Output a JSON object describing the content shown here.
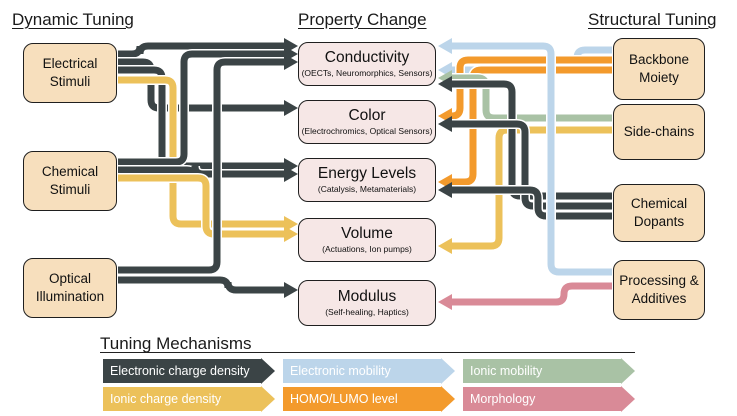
{
  "headers": {
    "dynamic": "Dynamic Tuning",
    "property": "Property Change",
    "structural": "Structural Tuning",
    "mechanisms": "Tuning Mechanisms"
  },
  "dynamic_sources": [
    {
      "line1": "Electrical",
      "line2": "Stimuli"
    },
    {
      "line1": "Chemical",
      "line2": "Stimuli"
    },
    {
      "line1": "Optical",
      "line2": "Illumination"
    }
  ],
  "properties": [
    {
      "title": "Conductivity",
      "subtitle": "(OECTs, Neuromorphics, Sensors)"
    },
    {
      "title": "Color",
      "subtitle": "(Electrochromics, Optical Sensors)"
    },
    {
      "title": "Energy Levels",
      "subtitle": "(Catalysis, Metamaterials)"
    },
    {
      "title": "Volume",
      "subtitle": "(Actuations, Ion pumps)"
    },
    {
      "title": "Modulus",
      "subtitle": "(Self-healing, Haptics)"
    }
  ],
  "structural_sources": [
    {
      "line1": "Backbone",
      "line2": "Moiety"
    },
    {
      "line1": "Side-chains",
      "line2": ""
    },
    {
      "line1": "Chemical",
      "line2": "Dopants"
    },
    {
      "line1": "Processing &",
      "line2": "Additives"
    }
  ],
  "mechanisms": [
    {
      "label": "Electronic charge density",
      "color": "#3b4446",
      "text_color": "#ffffff"
    },
    {
      "label": "Electronic mobility",
      "color": "#bcd5ea",
      "text_color": "#ffffff"
    },
    {
      "label": "Ionic mobility",
      "color": "#a9c2a5",
      "text_color": "#ffffff"
    },
    {
      "label": "Ionic charge density",
      "color": "#ecc15a",
      "text_color": "#ffffff"
    },
    {
      "label": "HOMO/LUMO level",
      "color": "#f39a2c",
      "text_color": "#ffffff"
    },
    {
      "label": "Morphology",
      "color": "#d98a97",
      "text_color": "#ffffff"
    }
  ],
  "connections": [
    {
      "from": "Electrical Stimuli",
      "to": "Conductivity",
      "mechanism": "Electronic charge density"
    },
    {
      "from": "Electrical Stimuli",
      "to": "Color",
      "mechanism": "Electronic charge density"
    },
    {
      "from": "Electrical Stimuli",
      "to": "Energy Levels",
      "mechanism": "Electronic charge density"
    },
    {
      "from": "Electrical Stimuli",
      "to": "Volume",
      "mechanism": "Ionic charge density"
    },
    {
      "from": "Chemical Stimuli",
      "to": "Conductivity",
      "mechanism": "Electronic charge density"
    },
    {
      "from": "Chemical Stimuli",
      "to": "Energy Levels",
      "mechanism": "Electronic charge density"
    },
    {
      "from": "Chemical Stimuli",
      "to": "Volume",
      "mechanism": "Ionic charge density"
    },
    {
      "from": "Optical Illumination",
      "to": "Conductivity",
      "mechanism": "Electronic charge density"
    },
    {
      "from": "Optical Illumination",
      "to": "Modulus",
      "mechanism": "Electronic charge density"
    },
    {
      "from": "Backbone Moiety",
      "to": "Conductivity",
      "mechanism": "Electronic mobility"
    },
    {
      "from": "Backbone Moiety",
      "to": "Color",
      "mechanism": "HOMO/LUMO level"
    },
    {
      "from": "Backbone Moiety",
      "to": "Energy Levels",
      "mechanism": "HOMO/LUMO level"
    },
    {
      "from": "Side-chains",
      "to": "Conductivity",
      "mechanism": "Ionic mobility"
    },
    {
      "from": "Side-chains",
      "to": "Volume",
      "mechanism": "Ionic charge density"
    },
    {
      "from": "Chemical Dopants",
      "to": "Conductivity",
      "mechanism": "Electronic charge density"
    },
    {
      "from": "Chemical Dopants",
      "to": "Color",
      "mechanism": "Electronic charge density"
    },
    {
      "from": "Chemical Dopants",
      "to": "Energy Levels",
      "mechanism": "Electronic charge density"
    },
    {
      "from": "Processing & Additives",
      "to": "Conductivity",
      "mechanism": "Electronic mobility"
    },
    {
      "from": "Processing & Additives",
      "to": "Modulus",
      "mechanism": "Morphology"
    }
  ]
}
